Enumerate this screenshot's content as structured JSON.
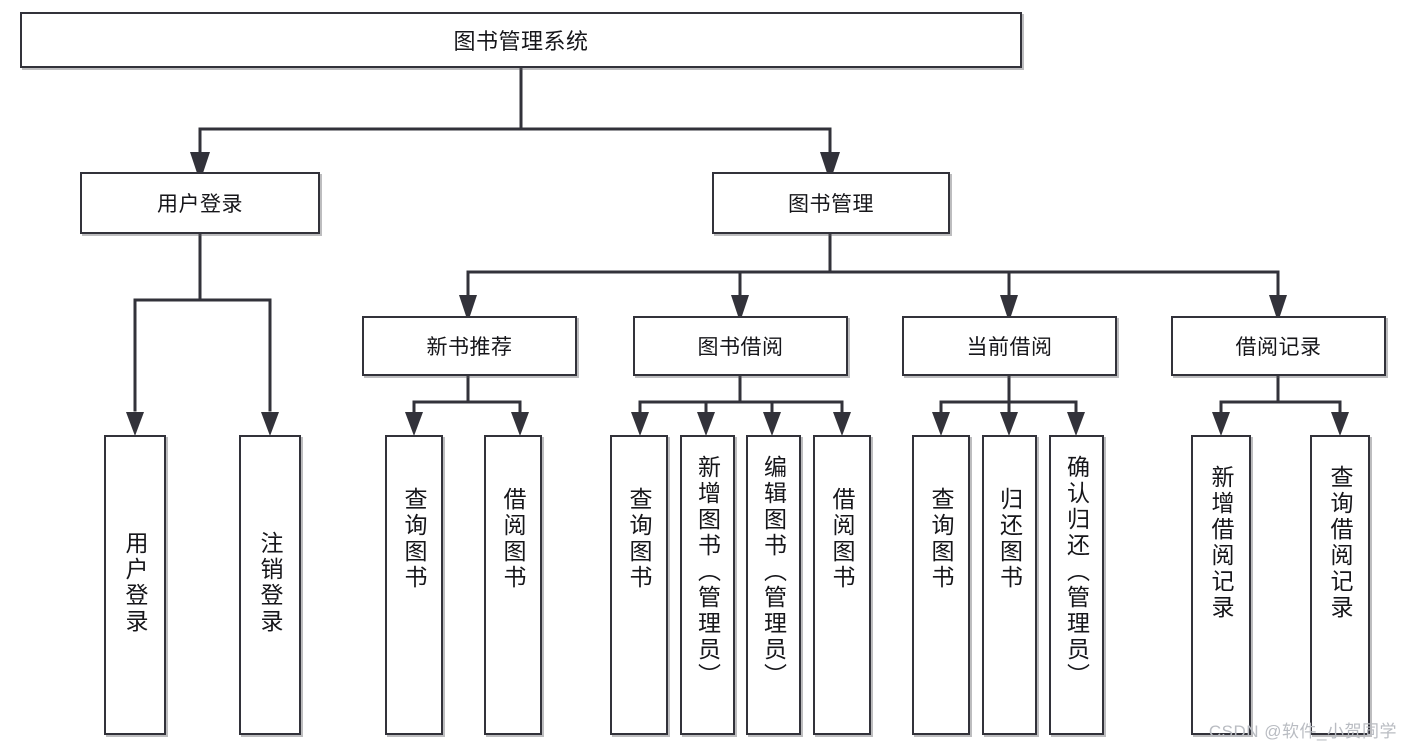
{
  "diagram": {
    "type": "tree-hierarchy",
    "title": "图书管理系统",
    "root": {
      "id": "root",
      "label": "图书管理系统",
      "orientation": "horizontal"
    },
    "level2": [
      {
        "id": "user-login",
        "label": "用户登录",
        "orientation": "horizontal"
      },
      {
        "id": "book-manage",
        "label": "图书管理",
        "orientation": "horizontal"
      }
    ],
    "level3": [
      {
        "id": "new-book-recommend",
        "label": "新书推荐",
        "orientation": "horizontal"
      },
      {
        "id": "book-borrow",
        "label": "图书借阅",
        "orientation": "horizontal"
      },
      {
        "id": "current-borrow",
        "label": "当前借阅",
        "orientation": "horizontal"
      },
      {
        "id": "borrow-record",
        "label": "借阅记录",
        "orientation": "horizontal"
      }
    ],
    "leaves": {
      "user_login": [
        {
          "id": "leaf-user-login",
          "label": "用户登录",
          "orientation": "vertical"
        },
        {
          "id": "leaf-logout-login",
          "label": "注销登录",
          "orientation": "vertical"
        }
      ],
      "new_book_recommend": [
        {
          "id": "leaf-query-book-1",
          "label": "查询图书",
          "orientation": "vertical"
        },
        {
          "id": "leaf-borrow-book-1",
          "label": "借阅图书",
          "orientation": "vertical"
        }
      ],
      "book_borrow": [
        {
          "id": "leaf-query-book-2",
          "label": "查询图书",
          "orientation": "vertical"
        },
        {
          "id": "leaf-add-book",
          "label": "新增图书（管理员）",
          "orientation": "vertical"
        },
        {
          "id": "leaf-edit-book",
          "label": "编辑图书（管理员）",
          "orientation": "vertical"
        },
        {
          "id": "leaf-borrow-book-2",
          "label": "借阅图书",
          "orientation": "vertical"
        }
      ],
      "current_borrow": [
        {
          "id": "leaf-query-book-3",
          "label": "查询图书",
          "orientation": "vertical"
        },
        {
          "id": "leaf-return-book",
          "label": "归还图书",
          "orientation": "vertical"
        },
        {
          "id": "leaf-confirm-return",
          "label": "确认归还（管理员）",
          "orientation": "vertical"
        }
      ],
      "borrow_record": [
        {
          "id": "leaf-add-record",
          "label": "新增借阅记录",
          "orientation": "vertical"
        },
        {
          "id": "leaf-query-record",
          "label": "查询借阅记录",
          "orientation": "vertical"
        }
      ]
    },
    "colors": {
      "box_border": "#32323a",
      "box_fill": "#ffffff",
      "connector": "#32323a",
      "text": "#16161a",
      "watermark": "#b9bcc2",
      "background": "#ffffff"
    }
  },
  "watermark": {
    "text": "CSDN @软件_小贺同学"
  }
}
